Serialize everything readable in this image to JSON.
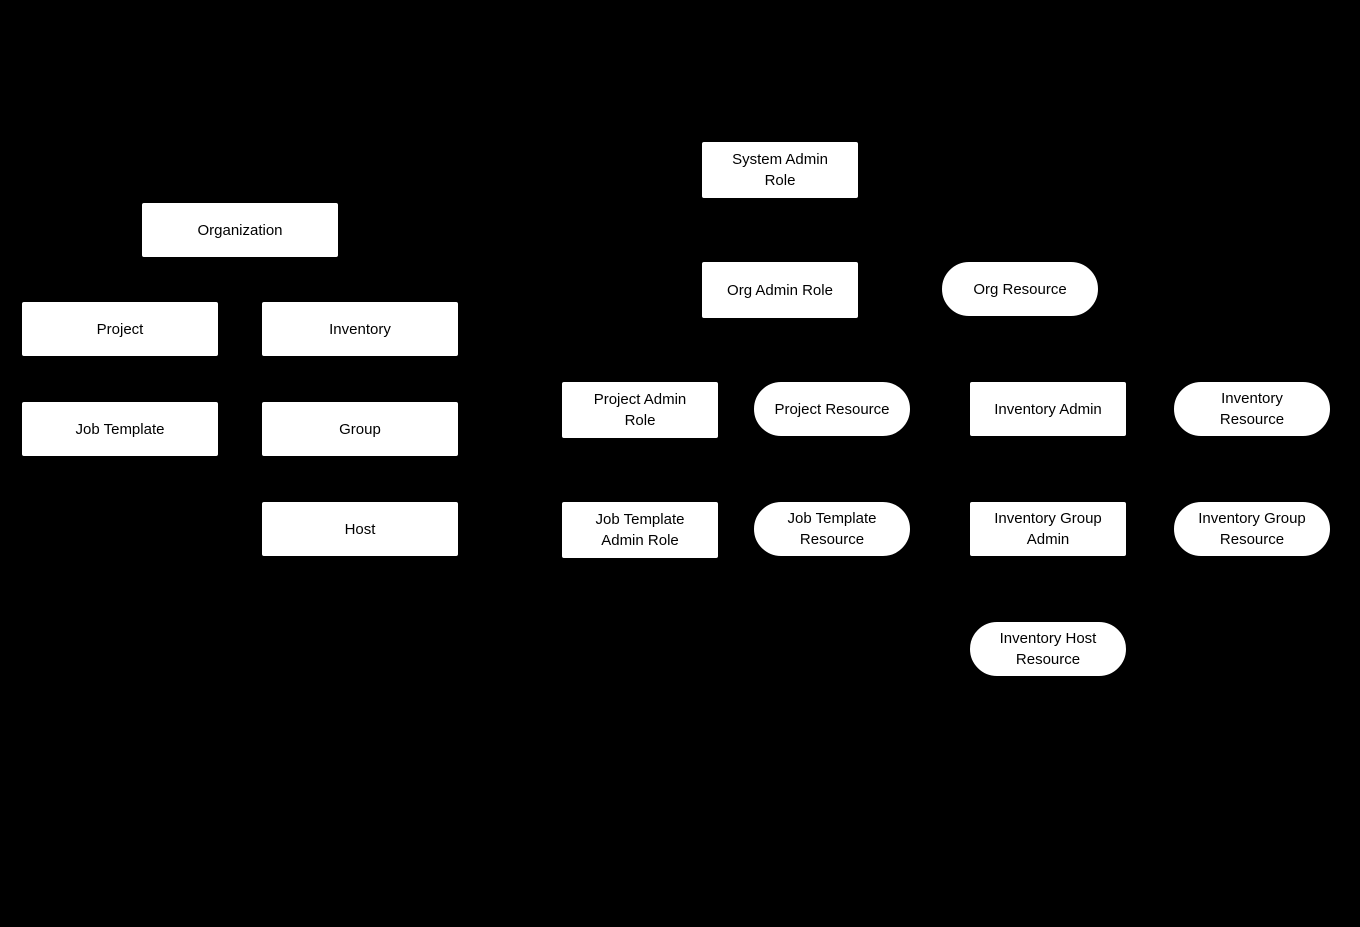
{
  "diagram": {
    "background_color": "#000000",
    "node_fill_color": "#ffffff",
    "node_text_color": "#000000",
    "nodes": [
      {
        "id": "organization",
        "label": "Organization",
        "shape": "rect"
      },
      {
        "id": "project",
        "label": "Project",
        "shape": "rect"
      },
      {
        "id": "inventory",
        "label": "Inventory",
        "shape": "rect"
      },
      {
        "id": "job-template",
        "label": "Job Template",
        "shape": "rect"
      },
      {
        "id": "group",
        "label": "Group",
        "shape": "rect"
      },
      {
        "id": "host",
        "label": "Host",
        "shape": "rect"
      },
      {
        "id": "system-admin-role",
        "label": "System Admin\nRole",
        "shape": "rect"
      },
      {
        "id": "org-admin-role",
        "label": "Org Admin Role",
        "shape": "rect"
      },
      {
        "id": "org-resource",
        "label": "Org Resource",
        "shape": "pill"
      },
      {
        "id": "project-admin-role",
        "label": "Project Admin\nRole",
        "shape": "rect"
      },
      {
        "id": "project-resource",
        "label": "Project Resource",
        "shape": "pill"
      },
      {
        "id": "inventory-admin",
        "label": "Inventory Admin",
        "shape": "rect"
      },
      {
        "id": "inventory-resource",
        "label": "Inventory\nResource",
        "shape": "pill"
      },
      {
        "id": "job-template-admin-role",
        "label": "Job Template\nAdmin Role",
        "shape": "rect"
      },
      {
        "id": "job-template-resource",
        "label": "Job Template\nResource",
        "shape": "pill"
      },
      {
        "id": "inventory-group-admin",
        "label": "Inventory Group\nAdmin",
        "shape": "rect"
      },
      {
        "id": "inventory-group-resource",
        "label": "Inventory Group\nResource",
        "shape": "pill"
      },
      {
        "id": "inventory-host-resource",
        "label": "Inventory Host\nResource",
        "shape": "pill"
      }
    ]
  }
}
